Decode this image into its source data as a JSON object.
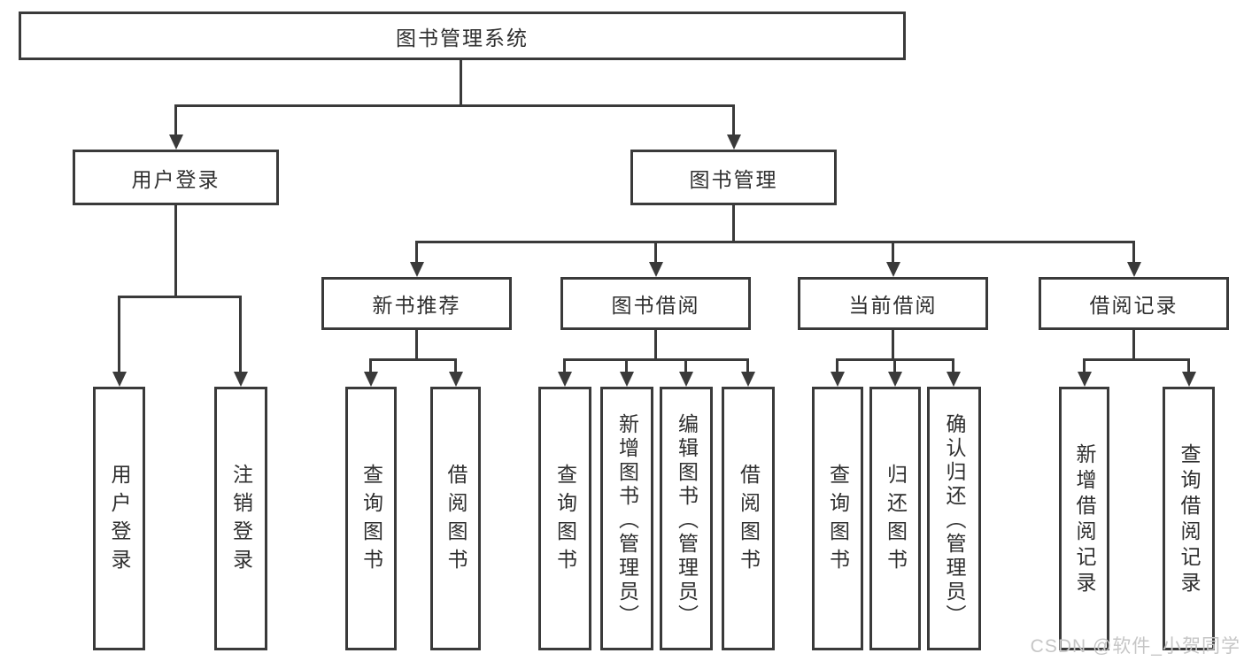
{
  "diagram": {
    "type": "tree",
    "colors": {
      "line": "#3a3a3a",
      "text": "#2f2f2f",
      "background": "#ffffff",
      "watermark": "#c6c6c6"
    },
    "root": {
      "label": "图书管理系统"
    },
    "level2": {
      "user_login": {
        "label": "用户登录"
      },
      "book_mgmt": {
        "label": "图书管理"
      }
    },
    "level3": {
      "new_books": {
        "label": "新书推荐",
        "parent": "图书管理"
      },
      "book_borrow": {
        "label": "图书借阅",
        "parent": "图书管理"
      },
      "current_borrow": {
        "label": "当前借阅",
        "parent": "图书管理"
      },
      "borrow_records": {
        "label": "借阅记录",
        "parent": "图书管理"
      }
    },
    "leaves": {
      "user_login_1": "用户登录",
      "user_login_2": "注销登录",
      "new_books_1": "查询图书",
      "new_books_2": "借阅图书",
      "book_borrow_1": "查询图书",
      "book_borrow_2": "新增图书（管理员）",
      "book_borrow_3": "编辑图书（管理员）",
      "book_borrow_4": "借阅图书",
      "current_borrow_1": "查询图书",
      "current_borrow_2": "归还图书",
      "current_borrow_3": "确认归还（管理员）",
      "borrow_records_1": "新增借阅记录",
      "borrow_records_2": "查询借阅记录"
    }
  },
  "watermark": {
    "text": "CSDN @软件_小贺同学"
  }
}
